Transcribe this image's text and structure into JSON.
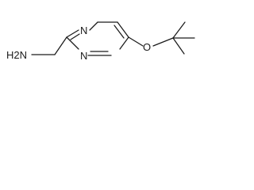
{
  "molecule": {
    "atoms": {
      "amine": "H2N",
      "ring_nitrogen_top": "N",
      "ring_nitrogen_bottom": "N",
      "ether_oxygen": "O"
    }
  }
}
